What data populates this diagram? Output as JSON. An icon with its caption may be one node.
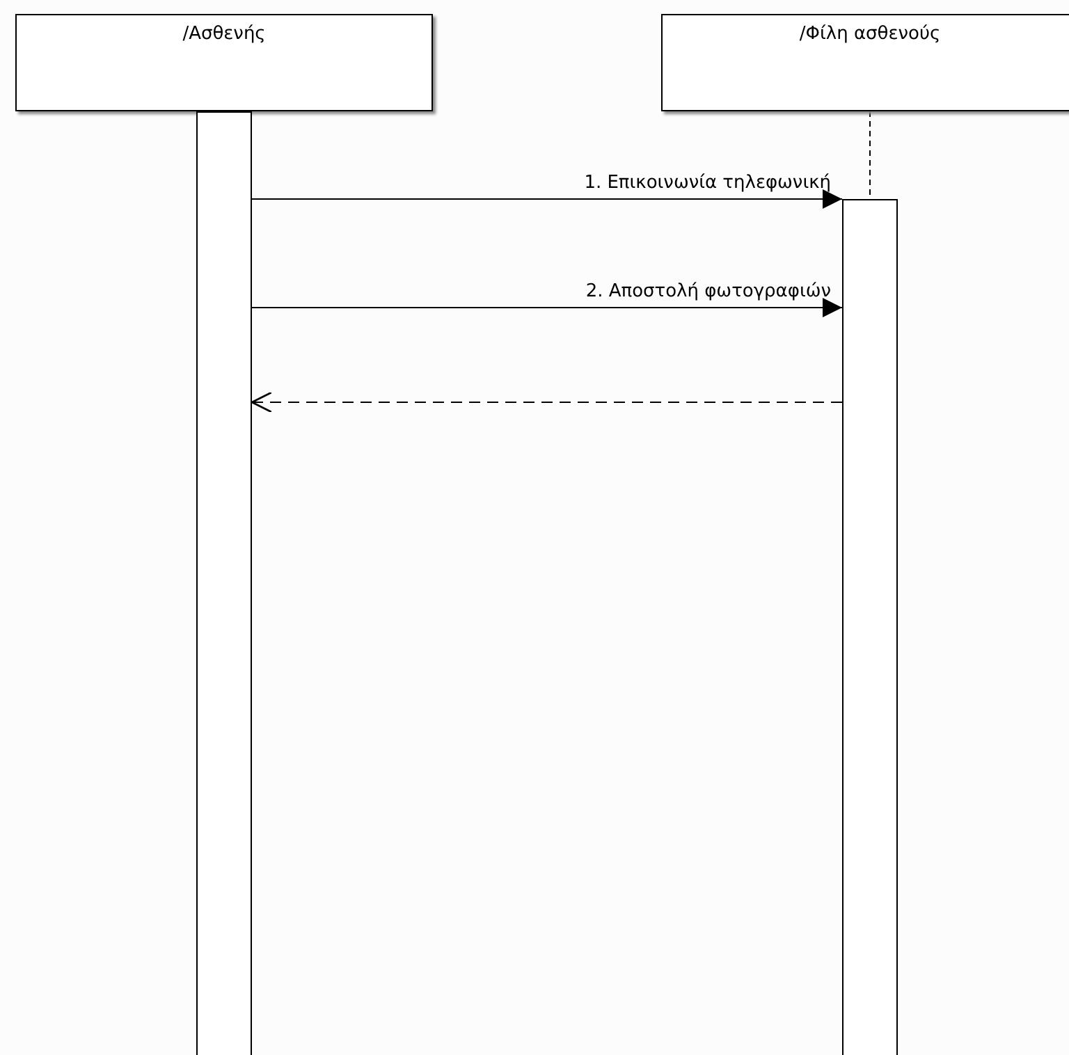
{
  "diagram": {
    "nodes": [
      {
        "text": [
          "/Ασθενής"
        ]
      },
      {
        "text": [
          "/Φίλη ασθενούς"
        ]
      },
      {
        "text": [],
        "shape": "bar"
      },
      {
        "text": [],
        "shape": "bar"
      }
    ],
    "edges": [
      {
        "from": 1,
        "to": 3,
        "arrow": "none",
        "style": "dashed"
      },
      {
        "from": 2,
        "to": 3,
        "arrow": "to",
        "label": "1. Επικοινωνία τηλεφωνική"
      },
      {
        "from": 2,
        "to": 3,
        "arrow": "to",
        "label": "2. Αποστολή φωτογραφιών"
      },
      {
        "from": 3,
        "to": 2,
        "arrow": "to",
        "style": "dashed"
      }
    ]
  }
}
